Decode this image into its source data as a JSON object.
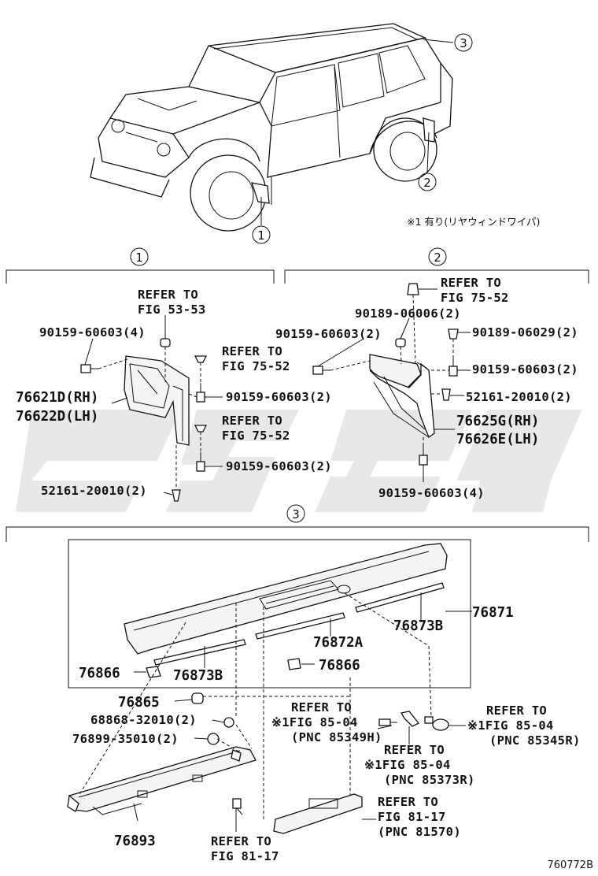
{
  "note": "※1 有り(リヤウィンドワイパ)",
  "drawing_id": "760772B",
  "callouts": {
    "c1": "1",
    "c2": "2",
    "c3": "3"
  },
  "section1": {
    "ref_53_53": [
      "REFER TO",
      "FIG 53-53"
    ],
    "ref_75_52_a": [
      "REFER TO",
      "FIG 75-52"
    ],
    "ref_75_52_b": [
      "REFER TO",
      "FIG 75-52"
    ],
    "bolt_left": "90159-60603(4)",
    "bolt_mid1": "90159-60603(2)",
    "bolt_mid2": "90159-60603(2)",
    "mudguard_rh": "76621D(RH)",
    "mudguard_lh": "76622D(LH)",
    "clip": "52161-20010(2)"
  },
  "section2": {
    "ref_75_52": [
      "REFER TO",
      "FIG 75-52"
    ],
    "screw_a": "90189-06006(2)",
    "bolt_left": "90159-60603(2)",
    "screw_b": "90189-06029(2)",
    "bolt_right": "90159-60603(2)",
    "clip": "52161-20010(2)",
    "mudguard_rh": "76625G(RH)",
    "mudguard_lh": "76626E(LH)",
    "bolt_bottom": "90159-60603(4)"
  },
  "section3": {
    "spoiler": "76871",
    "tape_right": "76873B",
    "tape_center": "76872A",
    "tape_left": "76873B",
    "cap_left": "76866",
    "cap_center": "76866",
    "grommet": "76865",
    "nut": "68868-32010(2)",
    "washer": "76899-35010(2)",
    "lower_cover": "76893",
    "ref_85_04_a": [
      "REFER TO",
      "※1FIG 85-04",
      "(PNC 85349H)"
    ],
    "ref_85_04_b": [
      "REFER TO",
      "※1FIG 85-04",
      "(PNC 85345R)"
    ],
    "ref_85_04_c": [
      "REFER TO",
      "※1FIG 85-04",
      "(PNC 85373R)"
    ],
    "ref_81_17_a": [
      "REFER TO",
      "FIG 81-17",
      "(PNC 81570)"
    ],
    "ref_81_17_b": [
      "REFER TO",
      "FIG 81-17"
    ]
  }
}
